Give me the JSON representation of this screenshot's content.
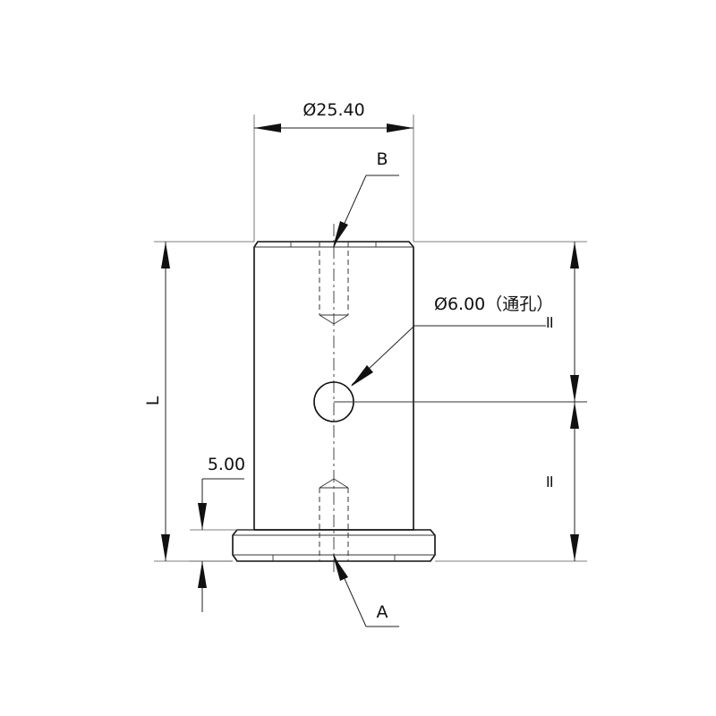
{
  "dimensions": {
    "outer_diameter": "Ø25.40",
    "hole_diameter": "Ø6.00（通孔）",
    "length": "L",
    "flange_thickness": "5.00",
    "equal_top": "=",
    "equal_bottom": "="
  },
  "datums": {
    "top": "B",
    "bottom": "A"
  }
}
